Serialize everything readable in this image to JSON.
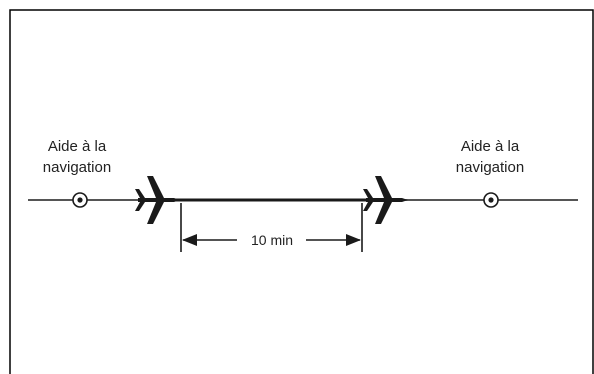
{
  "diagram": {
    "left_aid": {
      "label_line1": "Aide à la",
      "label_line2": "navigation"
    },
    "right_aid": {
      "label_line1": "Aide à la",
      "label_line2": "navigation"
    },
    "interval_label": "10 min",
    "colors": {
      "line": "#1a1a1a",
      "track": "#555555",
      "frame": "#000000",
      "background": "#ffffff"
    }
  }
}
